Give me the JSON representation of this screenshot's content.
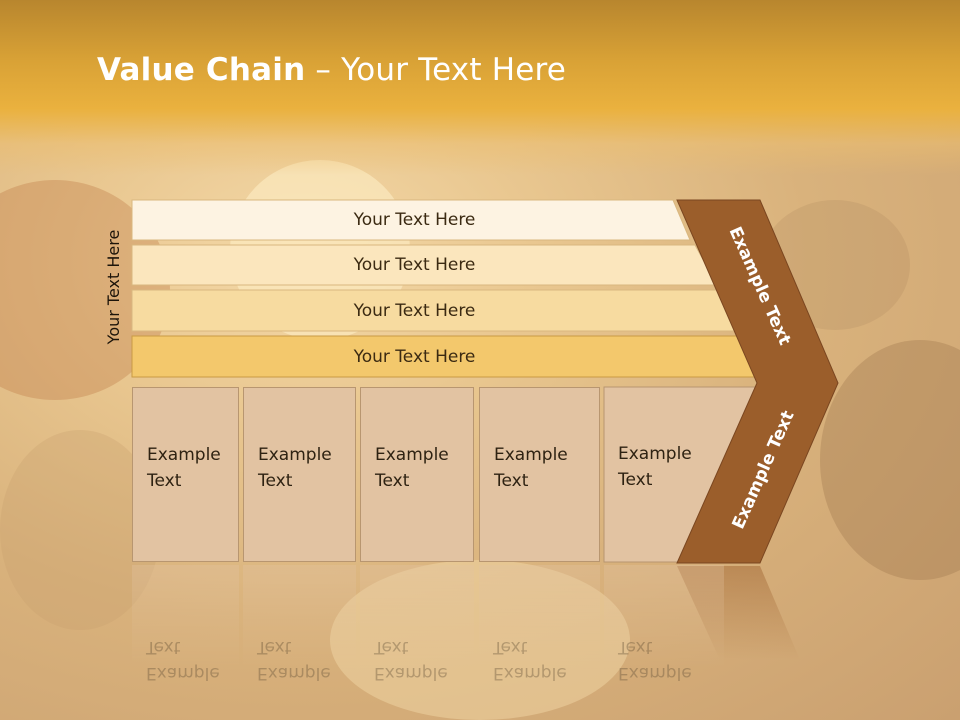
{
  "slide": {
    "title_bold": "Value Chain",
    "title_rest": " – Your Text Here"
  },
  "vertical_label": "Your Text Here",
  "bands": [
    {
      "label": "Your Text Here",
      "color": "#fdf3e2"
    },
    {
      "label": "Your Text Here",
      "color": "#fbe6bd"
    },
    {
      "label": "Your Text Here",
      "color": "#f7dba0"
    },
    {
      "label": "Your Text Here",
      "color": "#f3c86c"
    }
  ],
  "boxes": [
    {
      "text": "Example\nText"
    },
    {
      "text": "Example\nText"
    },
    {
      "text": "Example\nText"
    },
    {
      "text": "Example\nText"
    },
    {
      "text": "Example\nText"
    }
  ],
  "arrow": {
    "top_label": "Example Text",
    "bottom_label": "Example Text",
    "color": "#9b5e2b"
  }
}
